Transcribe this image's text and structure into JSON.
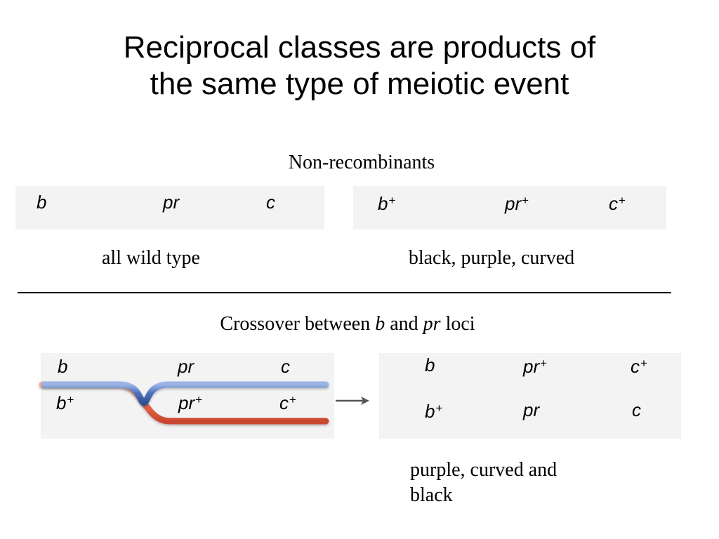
{
  "title_line1": "Reciprocal classes are products of",
  "title_line2": "the same type of meiotic event",
  "section1": {
    "heading": "Non-recombinants",
    "left_genes": {
      "b": "b",
      "pr": "pr",
      "c": "c"
    },
    "right_genes": {
      "b": "b",
      "pr": "pr",
      "c": "c",
      "plus": "+"
    },
    "left_caption": "all wild type",
    "right_caption": "black, purple, curved"
  },
  "section2": {
    "heading_pre": "Crossover between ",
    "heading_b": "b",
    "heading_mid": " and ",
    "heading_pr": "pr",
    "heading_post": " loci",
    "genes": {
      "b": "b",
      "pr": "pr",
      "c": "c",
      "plus": "+"
    },
    "caption_line1": "purple, curved and",
    "caption_line2": "black"
  },
  "colors": {
    "blue_chromosome": "#4f74c0",
    "red_chromosome": "#ef6a4f",
    "panel_bg": "#f3f3f3"
  }
}
